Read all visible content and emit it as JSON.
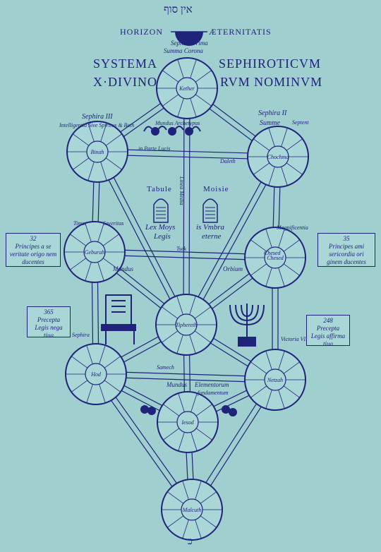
{
  "header": {
    "hebrew_top": "אין סוף",
    "horizon_left": "HORIZON",
    "horizon_right": "ÆTERNITATIS",
    "sephira_prima": "Sephira Prima",
    "summa_corona": "Summa Corona"
  },
  "title": {
    "line1_left": "SYSTEMA",
    "line1_right": "SEPHIROTICVM",
    "line2_left": "X·DIVINO",
    "line2_right": "RVM NOMINVM"
  },
  "labels": {
    "sephira3": "Sephira III",
    "intelligentia": "Intelligentia Sive Spiritus & Beth",
    "sephira2": "Sephira II",
    "summe": "Summe",
    "septent": "Septent",
    "mundus_arch": "Mundus Archetypus",
    "in_parte_lucis": "in Parte Lucis",
    "daleth": "Daleth",
    "tabule": "Tabule",
    "moisie": "Moisie",
    "lex_moys": "Lex Moys",
    "legis": "Legis",
    "vmbra": "is Vmbra",
    "aeterne": "eterne",
    "linea_media": "Linea Media",
    "timor": "Timor",
    "severitas": "Severitas",
    "chesed": "Chesed",
    "magnificentia": "Magnificentia",
    "mundus": "Mundus",
    "orbium": "Orbium",
    "tsek": "Tsek",
    "sephira_bottom": "Sephira",
    "victoria": "Victoria VII",
    "samech": "Samech",
    "mundus2": "Mundus",
    "elementorum": "Elementorum",
    "fundamentum": "fundamentum",
    "bottom_glyph": "כ"
  },
  "boxes": {
    "left_top_num": "32",
    "left_top_text": "Principes a se veritate origo nem ducentes",
    "right_top_num": "35",
    "right_top_text": "Principes ami sericordia ori ginem ducentes",
    "left_mid_num": "365",
    "left_mid_text": "Precepta Legis nega tiua",
    "right_mid_num": "248",
    "right_mid_text": "Precepta Legis affirma tiua"
  },
  "sephirot": [
    {
      "id": "keter",
      "label": "Kether"
    },
    {
      "id": "chokmah",
      "label": "Chochma"
    },
    {
      "id": "binah",
      "label": "Binah"
    },
    {
      "id": "chesed",
      "label": "Chesed"
    },
    {
      "id": "geburah",
      "label": "Geburah"
    },
    {
      "id": "tiphereth",
      "label": "Tiphereth"
    },
    {
      "id": "netzach",
      "label": "Netzah"
    },
    {
      "id": "hod",
      "label": "Hod"
    },
    {
      "id": "yesod",
      "label": "Iesod"
    },
    {
      "id": "malkuth",
      "label": "Malcuth"
    }
  ]
}
